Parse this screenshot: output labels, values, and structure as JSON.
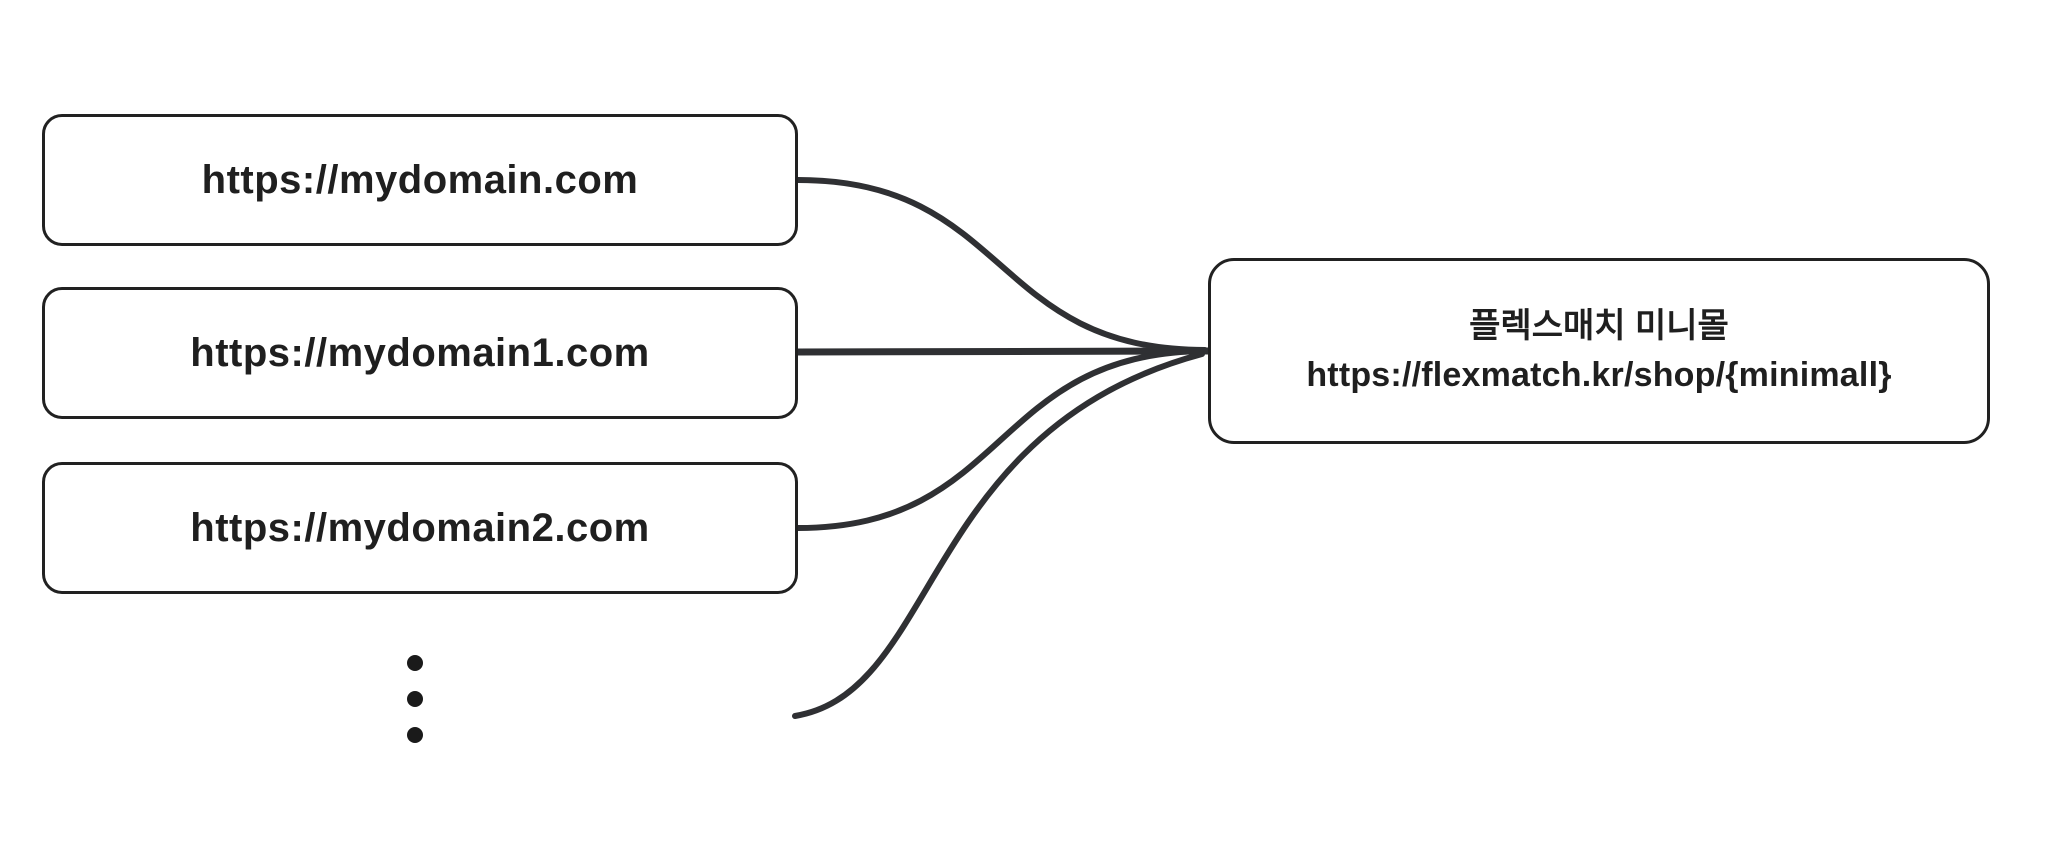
{
  "diagram": {
    "source_nodes": [
      {
        "label": "https://mydomain.com"
      },
      {
        "label": "https://mydomain1.com"
      },
      {
        "label": "https://mydomain2.com"
      }
    ],
    "ellipsis": {
      "dot_count": 3,
      "meaning": "more-domains"
    },
    "target_node": {
      "title": "플렉스매치 미니몰",
      "url": "https://flexmatch.kr/shop/{minimall}"
    },
    "edges": [
      {
        "from": "https://mydomain.com",
        "to": "플렉스매치 미니몰"
      },
      {
        "from": "https://mydomain1.com",
        "to": "플렉스매치 미니몰"
      },
      {
        "from": "https://mydomain2.com",
        "to": "플렉스매치 미니몰"
      },
      {
        "from": "…",
        "to": "플렉스매치 미니몰"
      }
    ],
    "colors": {
      "background": "#ffffff",
      "node_border": "#212121",
      "text": "#1f1f1f",
      "connector": "#2f3033"
    }
  }
}
